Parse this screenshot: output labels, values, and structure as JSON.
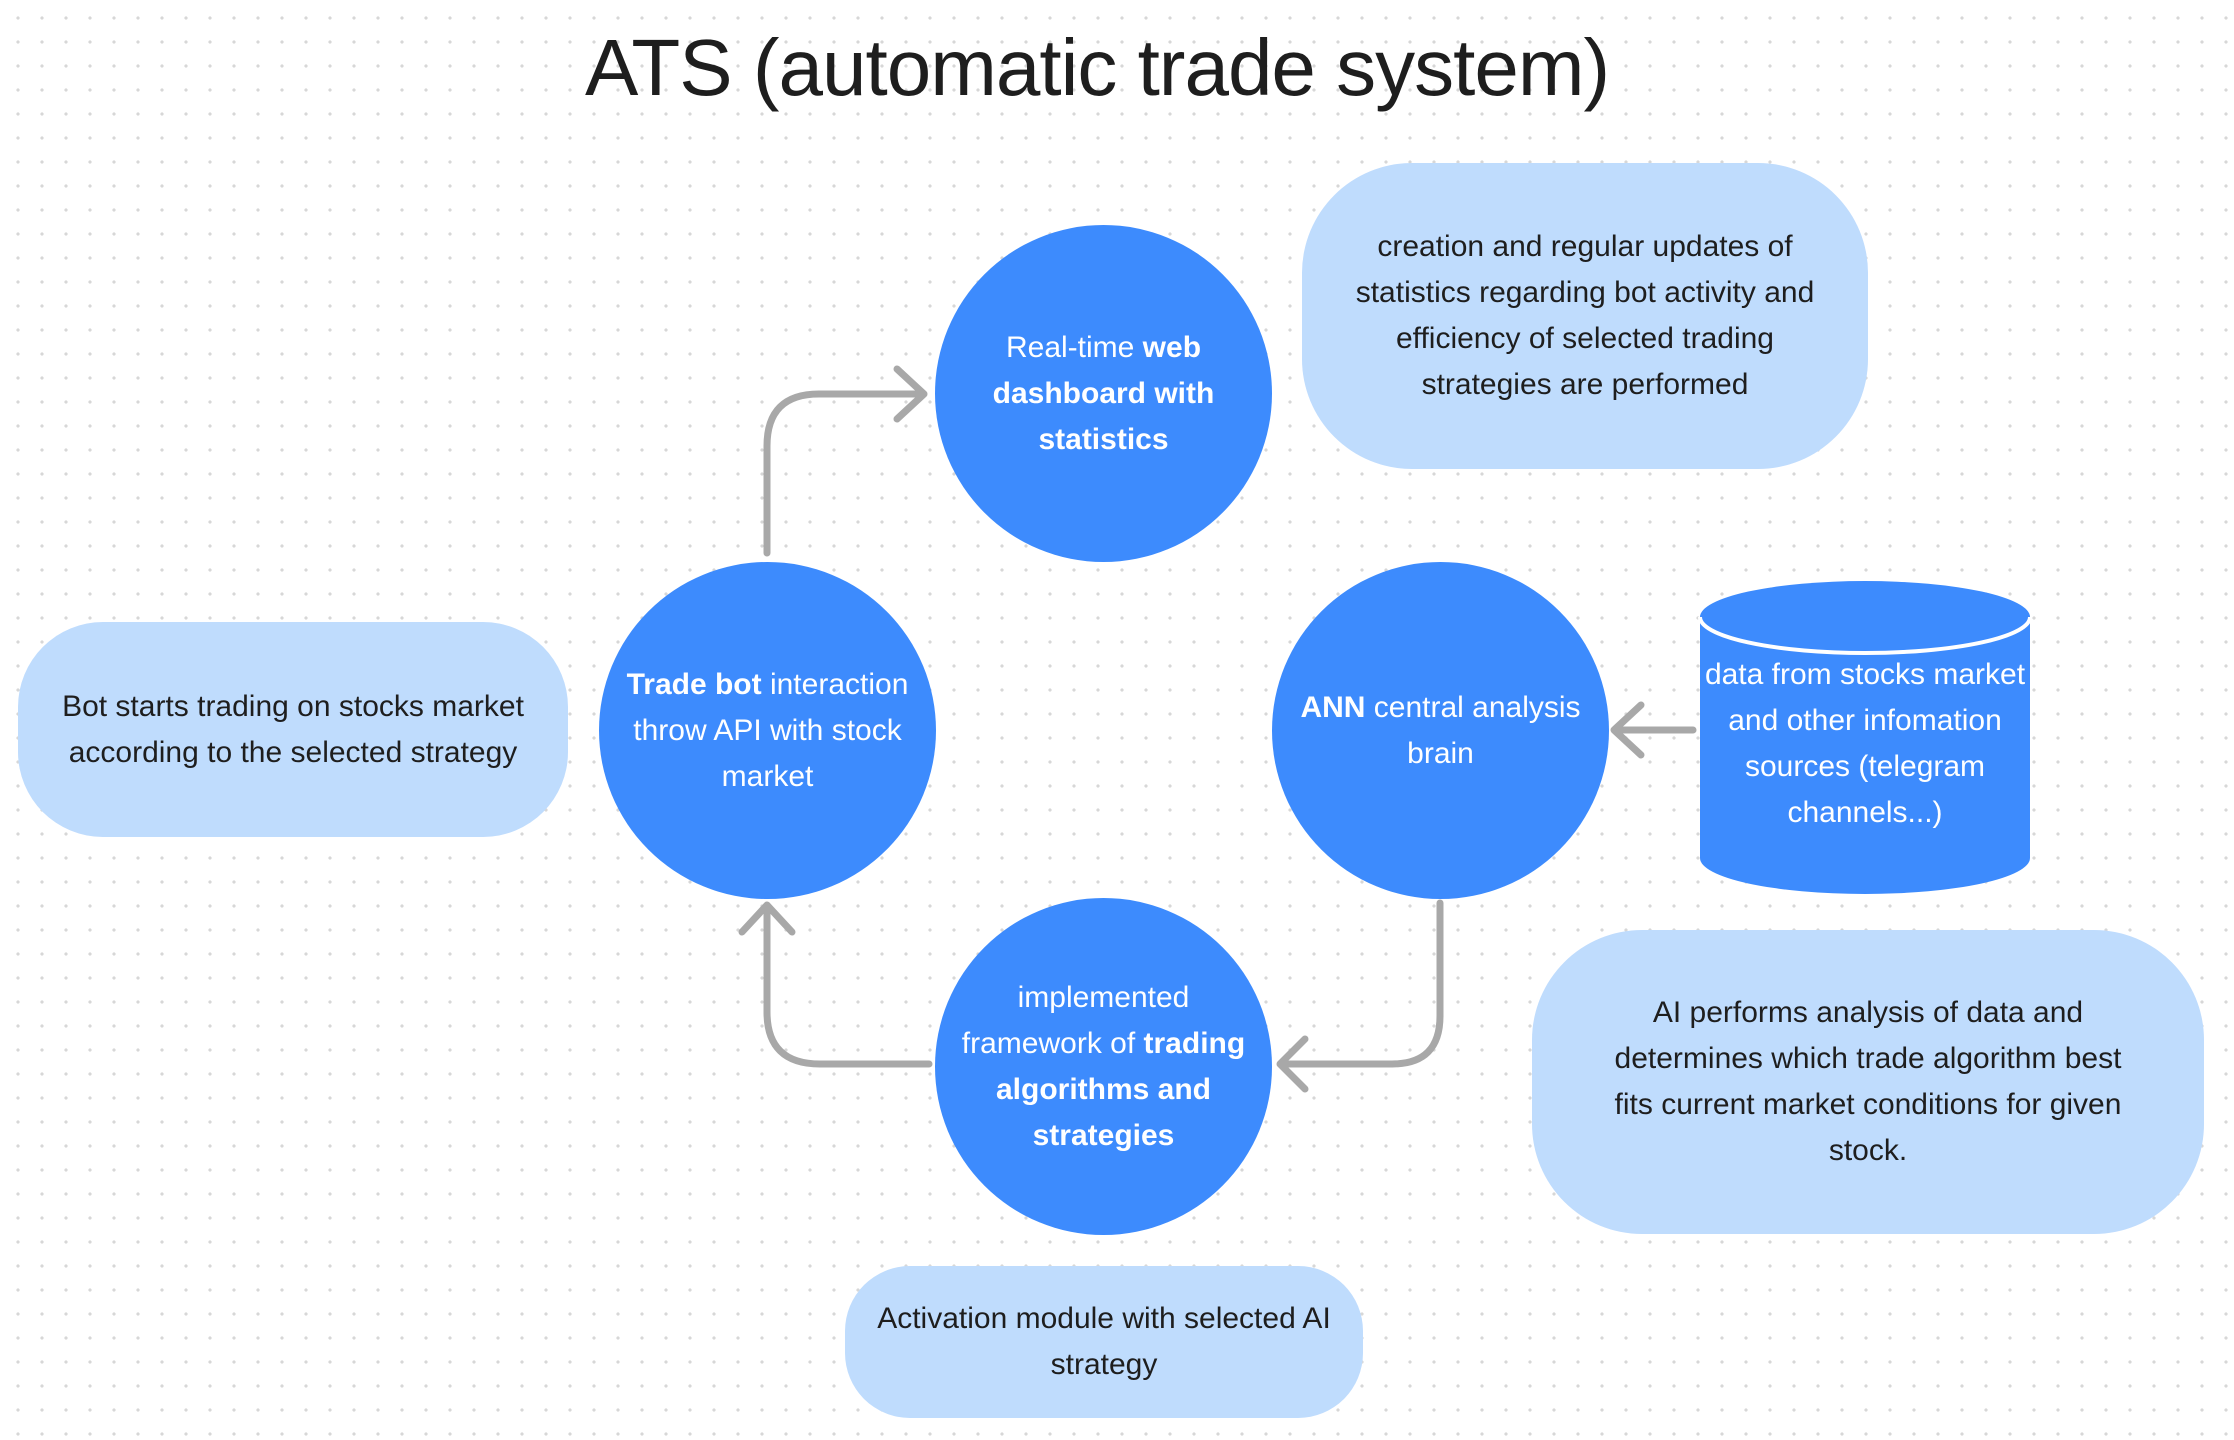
{
  "title": "ATS (automatic trade system)",
  "nodes": {
    "dashboard": {
      "pre": "Real-time ",
      "bold": "web dashboard with statistics",
      "post": ""
    },
    "trade_bot": {
      "pre": "",
      "bold": "Trade bot",
      "post": " interaction throw API with stock market"
    },
    "ann": {
      "pre": "",
      "bold": "ANN",
      "post": " central analysis brain"
    },
    "framework": {
      "pre": "implemented framework of ",
      "bold": "trading algorithms and strategies",
      "post": ""
    },
    "database": {
      "text": "data from stocks market and other infomation sources (telegram channels...)"
    }
  },
  "notes": {
    "statistics": "creation and regular updates of statistics regarding bot activity and efficiency of selected trading strategies are performed",
    "bot_trading": "Bot starts trading on stocks market according to the selected strategy",
    "ai_analysis": "AI performs analysis of data and determines which trade algorithm best fits current market conditions for given stock.",
    "activation": "Activation module with selected AI strategy"
  },
  "colors": {
    "circle_fill": "#3d8bfd",
    "note_fill": "#bfdcfd",
    "connector": "#a8a8a8",
    "text_dark": "#1e1e1e"
  }
}
